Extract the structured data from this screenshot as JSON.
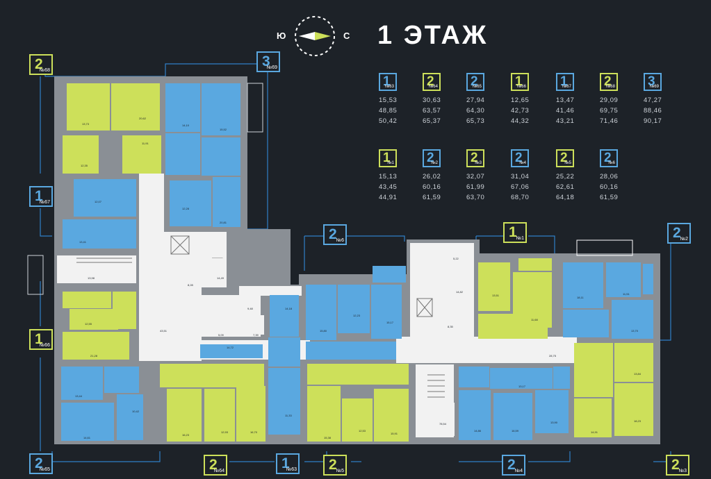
{
  "title": "1 ЭТАЖ",
  "compass": {
    "left": "Ю",
    "right": "С"
  },
  "colors": {
    "background": "#1d2228",
    "blue": "#5aa8e0",
    "green": "#cde05a",
    "walls": "#8a8f95",
    "corridor": "#f2f2f2",
    "outline": "#2f80c8"
  },
  "legend": [
    {
      "rooms": "1",
      "apt": "№63",
      "color": "blue",
      "values": [
        "15,53",
        "48,85",
        "50,42"
      ]
    },
    {
      "rooms": "2",
      "apt": "№64",
      "color": "yellow",
      "values": [
        "30,63",
        "63,57",
        "65,37"
      ]
    },
    {
      "rooms": "2",
      "apt": "№65",
      "color": "blue",
      "values": [
        "27,94",
        "64,30",
        "65,73"
      ]
    },
    {
      "rooms": "1",
      "apt": "№66",
      "color": "yellow",
      "values": [
        "12,65",
        "42,73",
        "44,32"
      ]
    },
    {
      "rooms": "1",
      "apt": "№67",
      "color": "blue",
      "values": [
        "13,47",
        "41,46",
        "43,21"
      ]
    },
    {
      "rooms": "2",
      "apt": "№68",
      "color": "yellow",
      "values": [
        "29,09",
        "69,75",
        "71,46"
      ]
    },
    {
      "rooms": "3",
      "apt": "№69",
      "color": "blue",
      "values": [
        "47,27",
        "88,46",
        "90,17"
      ]
    },
    {
      "rooms": "1",
      "apt": "№1",
      "color": "yellow",
      "values": [
        "15,13",
        "43,45",
        "44,91"
      ]
    },
    {
      "rooms": "2",
      "apt": "№2",
      "color": "blue",
      "values": [
        "26,02",
        "60,16",
        "61,59"
      ]
    },
    {
      "rooms": "2",
      "apt": "№3",
      "color": "yellow",
      "values": [
        "32,07",
        "61,99",
        "63,70"
      ]
    },
    {
      "rooms": "2",
      "apt": "№4",
      "color": "blue",
      "values": [
        "31,04",
        "67,06",
        "68,70"
      ]
    },
    {
      "rooms": "2",
      "apt": "№5",
      "color": "yellow",
      "values": [
        "25,22",
        "62,61",
        "64,18"
      ]
    },
    {
      "rooms": "2",
      "apt": "№6",
      "color": "blue",
      "values": [
        "28,06",
        "60,16",
        "61,59"
      ]
    }
  ],
  "markers": [
    {
      "rooms": "2",
      "apt": "№68",
      "color": "yellow"
    },
    {
      "rooms": "3",
      "apt": "№69",
      "color": "blue"
    },
    {
      "rooms": "1",
      "apt": "№67",
      "color": "blue"
    },
    {
      "rooms": "1",
      "apt": "№66",
      "color": "yellow"
    },
    {
      "rooms": "2",
      "apt": "№6",
      "color": "blue"
    },
    {
      "rooms": "1",
      "apt": "№1",
      "color": "yellow"
    },
    {
      "rooms": "2",
      "apt": "№2",
      "color": "blue"
    },
    {
      "rooms": "2",
      "apt": "№65",
      "color": "blue"
    },
    {
      "rooms": "2",
      "apt": "№64",
      "color": "yellow"
    },
    {
      "rooms": "1",
      "apt": "№63",
      "color": "blue"
    },
    {
      "rooms": "2",
      "apt": "№5",
      "color": "yellow"
    },
    {
      "rooms": "2",
      "apt": "№4",
      "color": "blue"
    },
    {
      "rooms": "2",
      "apt": "№3",
      "color": "yellow"
    }
  ],
  "rooms": [
    {
      "label": "13,73",
      "color": "green"
    },
    {
      "label": "20,62",
      "color": "green"
    },
    {
      "label": "12,35",
      "color": "green"
    },
    {
      "label": "11,91",
      "color": "green"
    },
    {
      "label": "14,10",
      "color": "blue"
    },
    {
      "label": "15,52",
      "color": "blue"
    },
    {
      "label": "12,07",
      "color": "blue"
    },
    {
      "label": "13,41",
      "color": "blue"
    },
    {
      "label": "12,28",
      "color": "blue"
    },
    {
      "label": "20,81",
      "color": "blue"
    },
    {
      "label": "13,98",
      "color": "corridor"
    },
    {
      "label": "8,28",
      "color": "corridor"
    },
    {
      "label": "14,49",
      "color": "corridor"
    },
    {
      "label": "12,55",
      "color": "green"
    },
    {
      "label": "21,28",
      "color": "green"
    },
    {
      "label": "43,51",
      "color": "corridor"
    },
    {
      "label": "14,72",
      "color": "blue"
    },
    {
      "label": "13,44",
      "color": "blue"
    },
    {
      "label": "14,61",
      "color": "blue"
    },
    {
      "label": "10,42",
      "color": "blue"
    },
    {
      "label": "16,23",
      "color": "green"
    },
    {
      "label": "12,93",
      "color": "green"
    },
    {
      "label": "16,70",
      "color": "green"
    },
    {
      "label": "11,33",
      "color": "blue"
    },
    {
      "label": "14,18",
      "color": "blue"
    },
    {
      "label": "15,80",
      "color": "blue"
    },
    {
      "label": "12,23",
      "color": "blue"
    },
    {
      "label": "15,17",
      "color": "blue"
    },
    {
      "label": "15,38",
      "color": "green"
    },
    {
      "label": "12,53",
      "color": "green"
    },
    {
      "label": "15,91",
      "color": "green"
    },
    {
      "label": "14,82",
      "color": "corridor"
    },
    {
      "label": "8,35",
      "color": "corridor"
    },
    {
      "label": "78,54",
      "color": "corridor"
    },
    {
      "label": "13,51",
      "color": "green"
    },
    {
      "label": "11,68",
      "color": "green"
    },
    {
      "label": "18,11",
      "color": "blue"
    },
    {
      "label": "11,51",
      "color": "blue"
    },
    {
      "label": "13,70",
      "color": "blue"
    },
    {
      "label": "28,75",
      "color": "corridor"
    },
    {
      "label": "13,17",
      "color": "blue"
    },
    {
      "label": "14,86",
      "color": "blue"
    },
    {
      "label": "16,59",
      "color": "blue"
    },
    {
      "label": "13,90",
      "color": "blue"
    },
    {
      "label": "13,84",
      "color": "green"
    },
    {
      "label": "18,23",
      "color": "green"
    },
    {
      "label": "14,91",
      "color": "green"
    },
    {
      "label": "9,48",
      "color": "corridor"
    },
    {
      "label": "5,09",
      "color": "corridor"
    },
    {
      "label": "7,39",
      "color": "corridor"
    },
    {
      "label": "5,22",
      "color": "corridor"
    }
  ]
}
